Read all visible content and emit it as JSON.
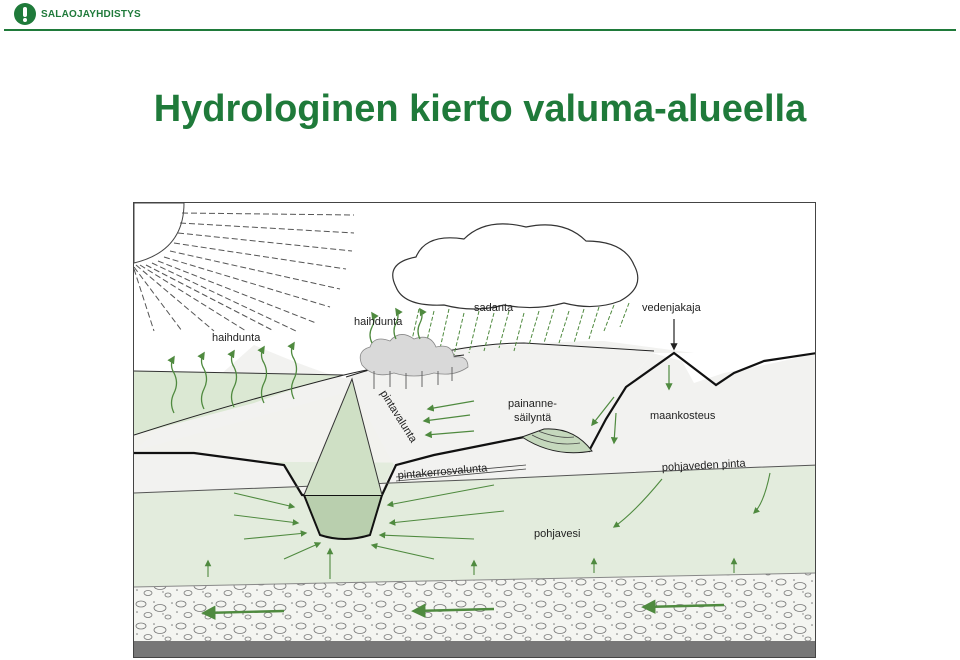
{
  "header": {
    "logo_text": "SALAOJAYHDISTYS",
    "accent_color": "#1f7a3a"
  },
  "title": "Hydrologinen kierto valuma-alueella",
  "diagram": {
    "labels": {
      "evaporation_left": "haihdunta",
      "evaporation_trees": "haihdunta",
      "precipitation": "sadanta",
      "watershed_divide": "vedenjakaja",
      "surface_runoff": "pintavalunta",
      "depression_storage": "painanne-\nsäilyntä",
      "depression_storage_line1": "painanne-",
      "depression_storage_line2": "säilyntä",
      "soil_moisture": "maankosteus",
      "interflow": "pintakerrosvalunta",
      "groundwater_table": "pohjaveden pinta",
      "groundwater": "pohjavesi"
    },
    "colors": {
      "soil_light": "#f0f0ee",
      "groundwater_zone": "#e4eddf",
      "water": "#c5d8bd",
      "arrow": "#4f8a3f",
      "bedrock": "#777777"
    }
  }
}
